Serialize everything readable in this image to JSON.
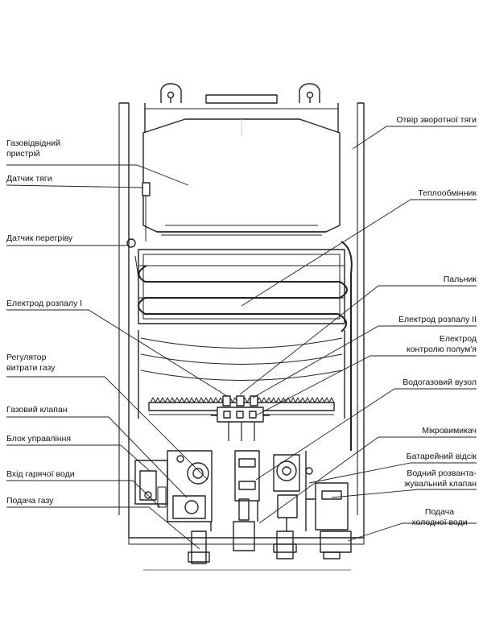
{
  "labels_left": [
    {
      "id": "flue",
      "lines": [
        "Газовідвідний",
        "пристрій"
      ]
    },
    {
      "id": "draft_sensor",
      "lines": [
        "Датчик тяги"
      ]
    },
    {
      "id": "overheat_sensor",
      "lines": [
        "Датчик перегріву"
      ]
    },
    {
      "id": "ignition1",
      "lines": [
        "Електрод розпалу І"
      ]
    },
    {
      "id": "gas_regulator",
      "lines": [
        "Регулятор",
        "витрати газу"
      ]
    },
    {
      "id": "gas_valve",
      "lines": [
        "Газовий клапан"
      ]
    },
    {
      "id": "control_unit",
      "lines": [
        "Блок управління"
      ]
    },
    {
      "id": "hot_water",
      "lines": [
        "Вхід гарячої води"
      ]
    },
    {
      "id": "gas_supply",
      "lines": [
        "Подача газу"
      ]
    }
  ],
  "labels_right": [
    {
      "id": "back_draft",
      "lines": [
        "Отвір зворотної тяги"
      ]
    },
    {
      "id": "heat_exchanger",
      "lines": [
        "Теплообмінник"
      ]
    },
    {
      "id": "burner",
      "lines": [
        "Пальник"
      ]
    },
    {
      "id": "ignition2",
      "lines": [
        "Електрод розпалу ІІ"
      ]
    },
    {
      "id": "flame_electrode",
      "lines": [
        "Електрод",
        "контролю полум'я"
      ]
    },
    {
      "id": "water_gas_unit",
      "lines": [
        "Водогазовий вузол"
      ]
    },
    {
      "id": "microswitch",
      "lines": [
        "Мікровимикач"
      ]
    },
    {
      "id": "battery",
      "lines": [
        "Батарейний відсік"
      ]
    },
    {
      "id": "relief_valve",
      "lines": [
        "Водний розванта-",
        "жувальний клапан"
      ]
    },
    {
      "id": "cold_water",
      "lines": [
        "Подача",
        "холодної води"
      ]
    }
  ]
}
